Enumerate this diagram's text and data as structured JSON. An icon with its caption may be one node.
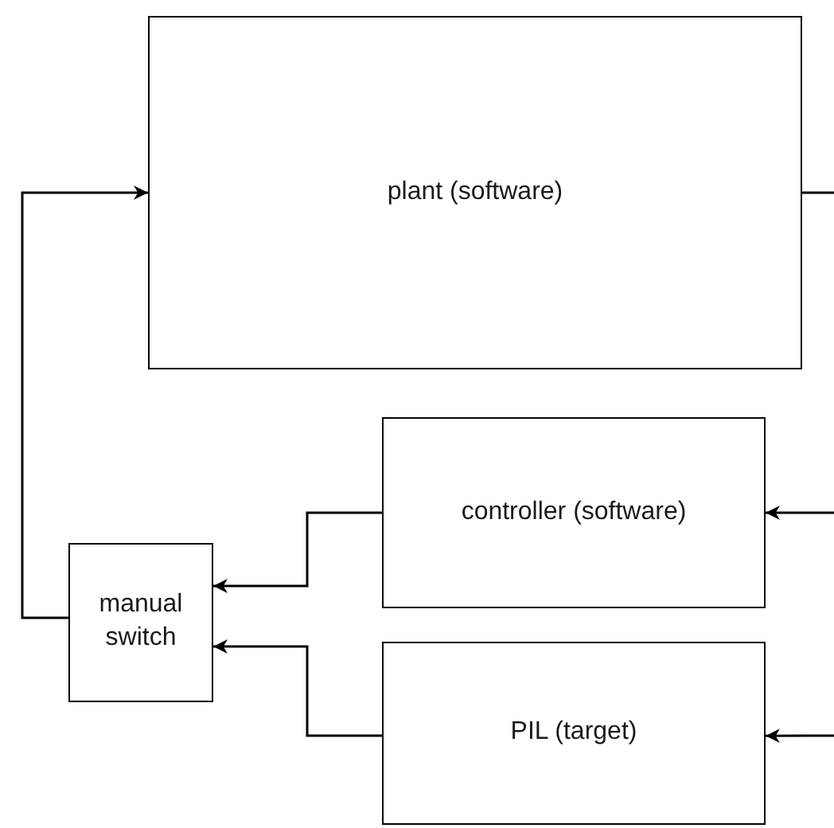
{
  "diagram": {
    "nodes": [
      {
        "text": [
          "plant (software)"
        ]
      },
      {
        "text": [
          "controller (software)"
        ]
      },
      {
        "text": [
          "manual switch"
        ]
      },
      {
        "text": [
          "PIL (target)"
        ]
      }
    ],
    "edges": [
      {
        "from": 0,
        "to": null,
        "arrow": "none"
      },
      {
        "from": null,
        "to": 1,
        "arrow": "to"
      },
      {
        "from": null,
        "to": 3,
        "arrow": "to"
      },
      {
        "from": 1,
        "to": 2,
        "arrow": "to"
      },
      {
        "from": 3,
        "to": 2,
        "arrow": "to"
      },
      {
        "from": 2,
        "to": 0,
        "arrow": "to"
      }
    ]
  }
}
